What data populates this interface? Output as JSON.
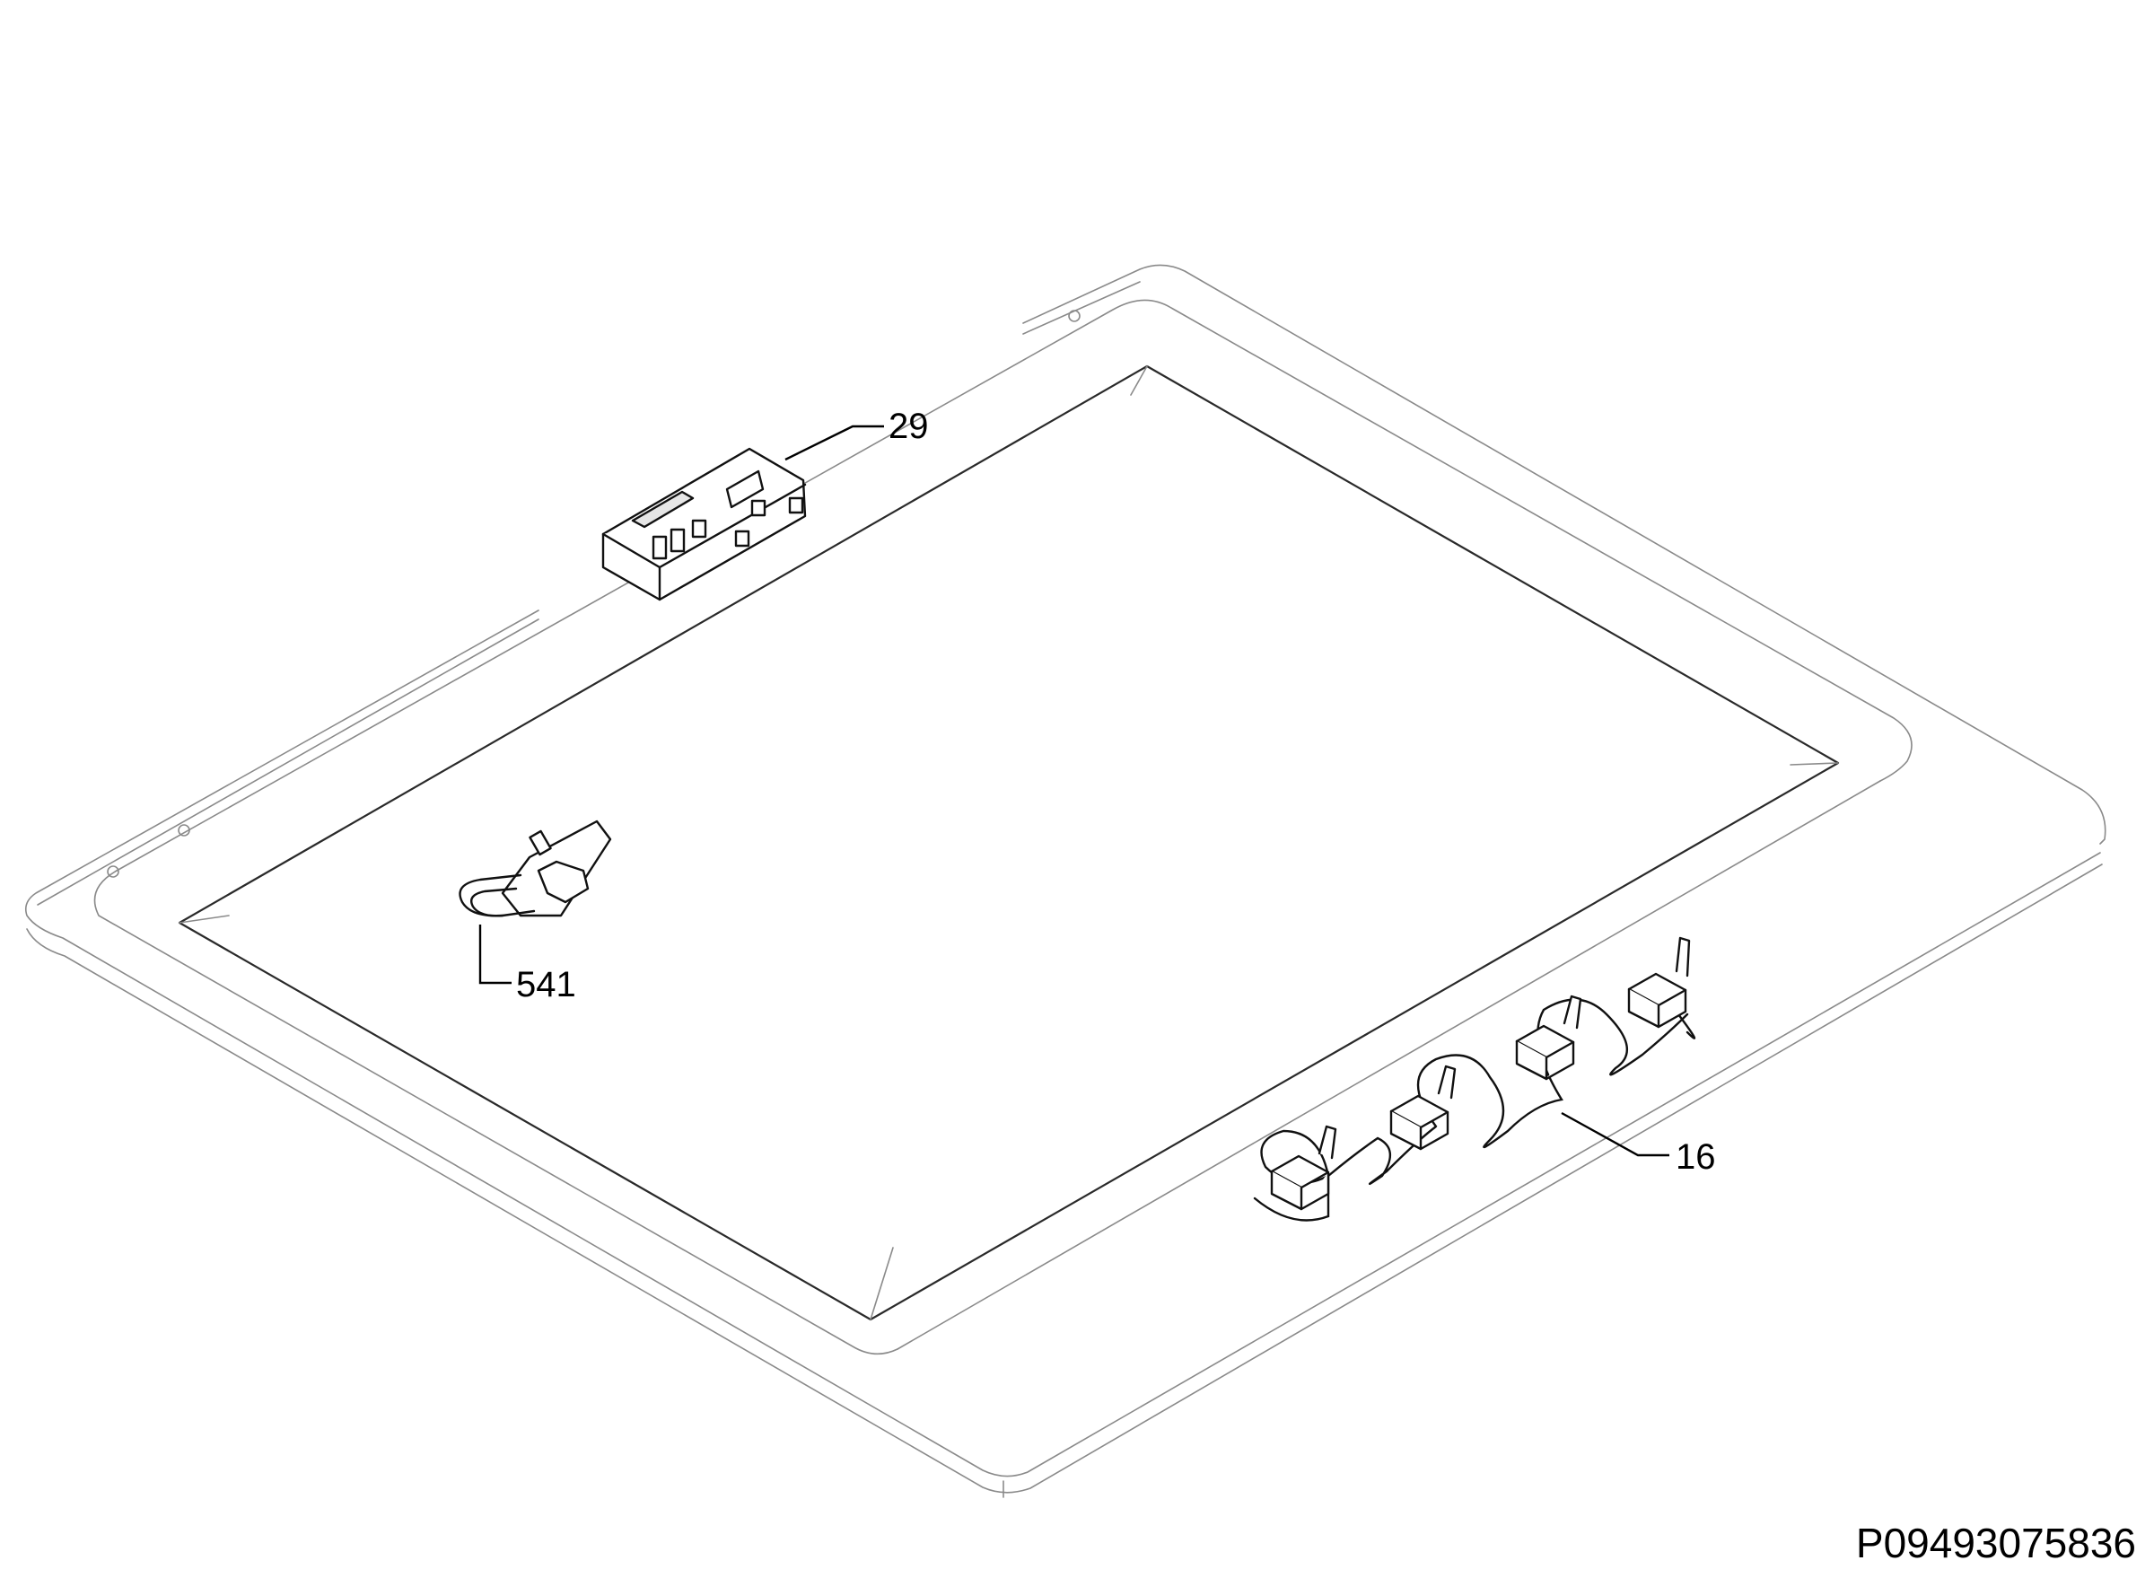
{
  "diagram": {
    "parts": [
      {
        "callout": "29",
        "description": "switch"
      },
      {
        "callout": "541",
        "description": "connector"
      },
      {
        "callout": "16",
        "description": "ignition electrode harness"
      }
    ],
    "reference_code": "P09493075836"
  }
}
